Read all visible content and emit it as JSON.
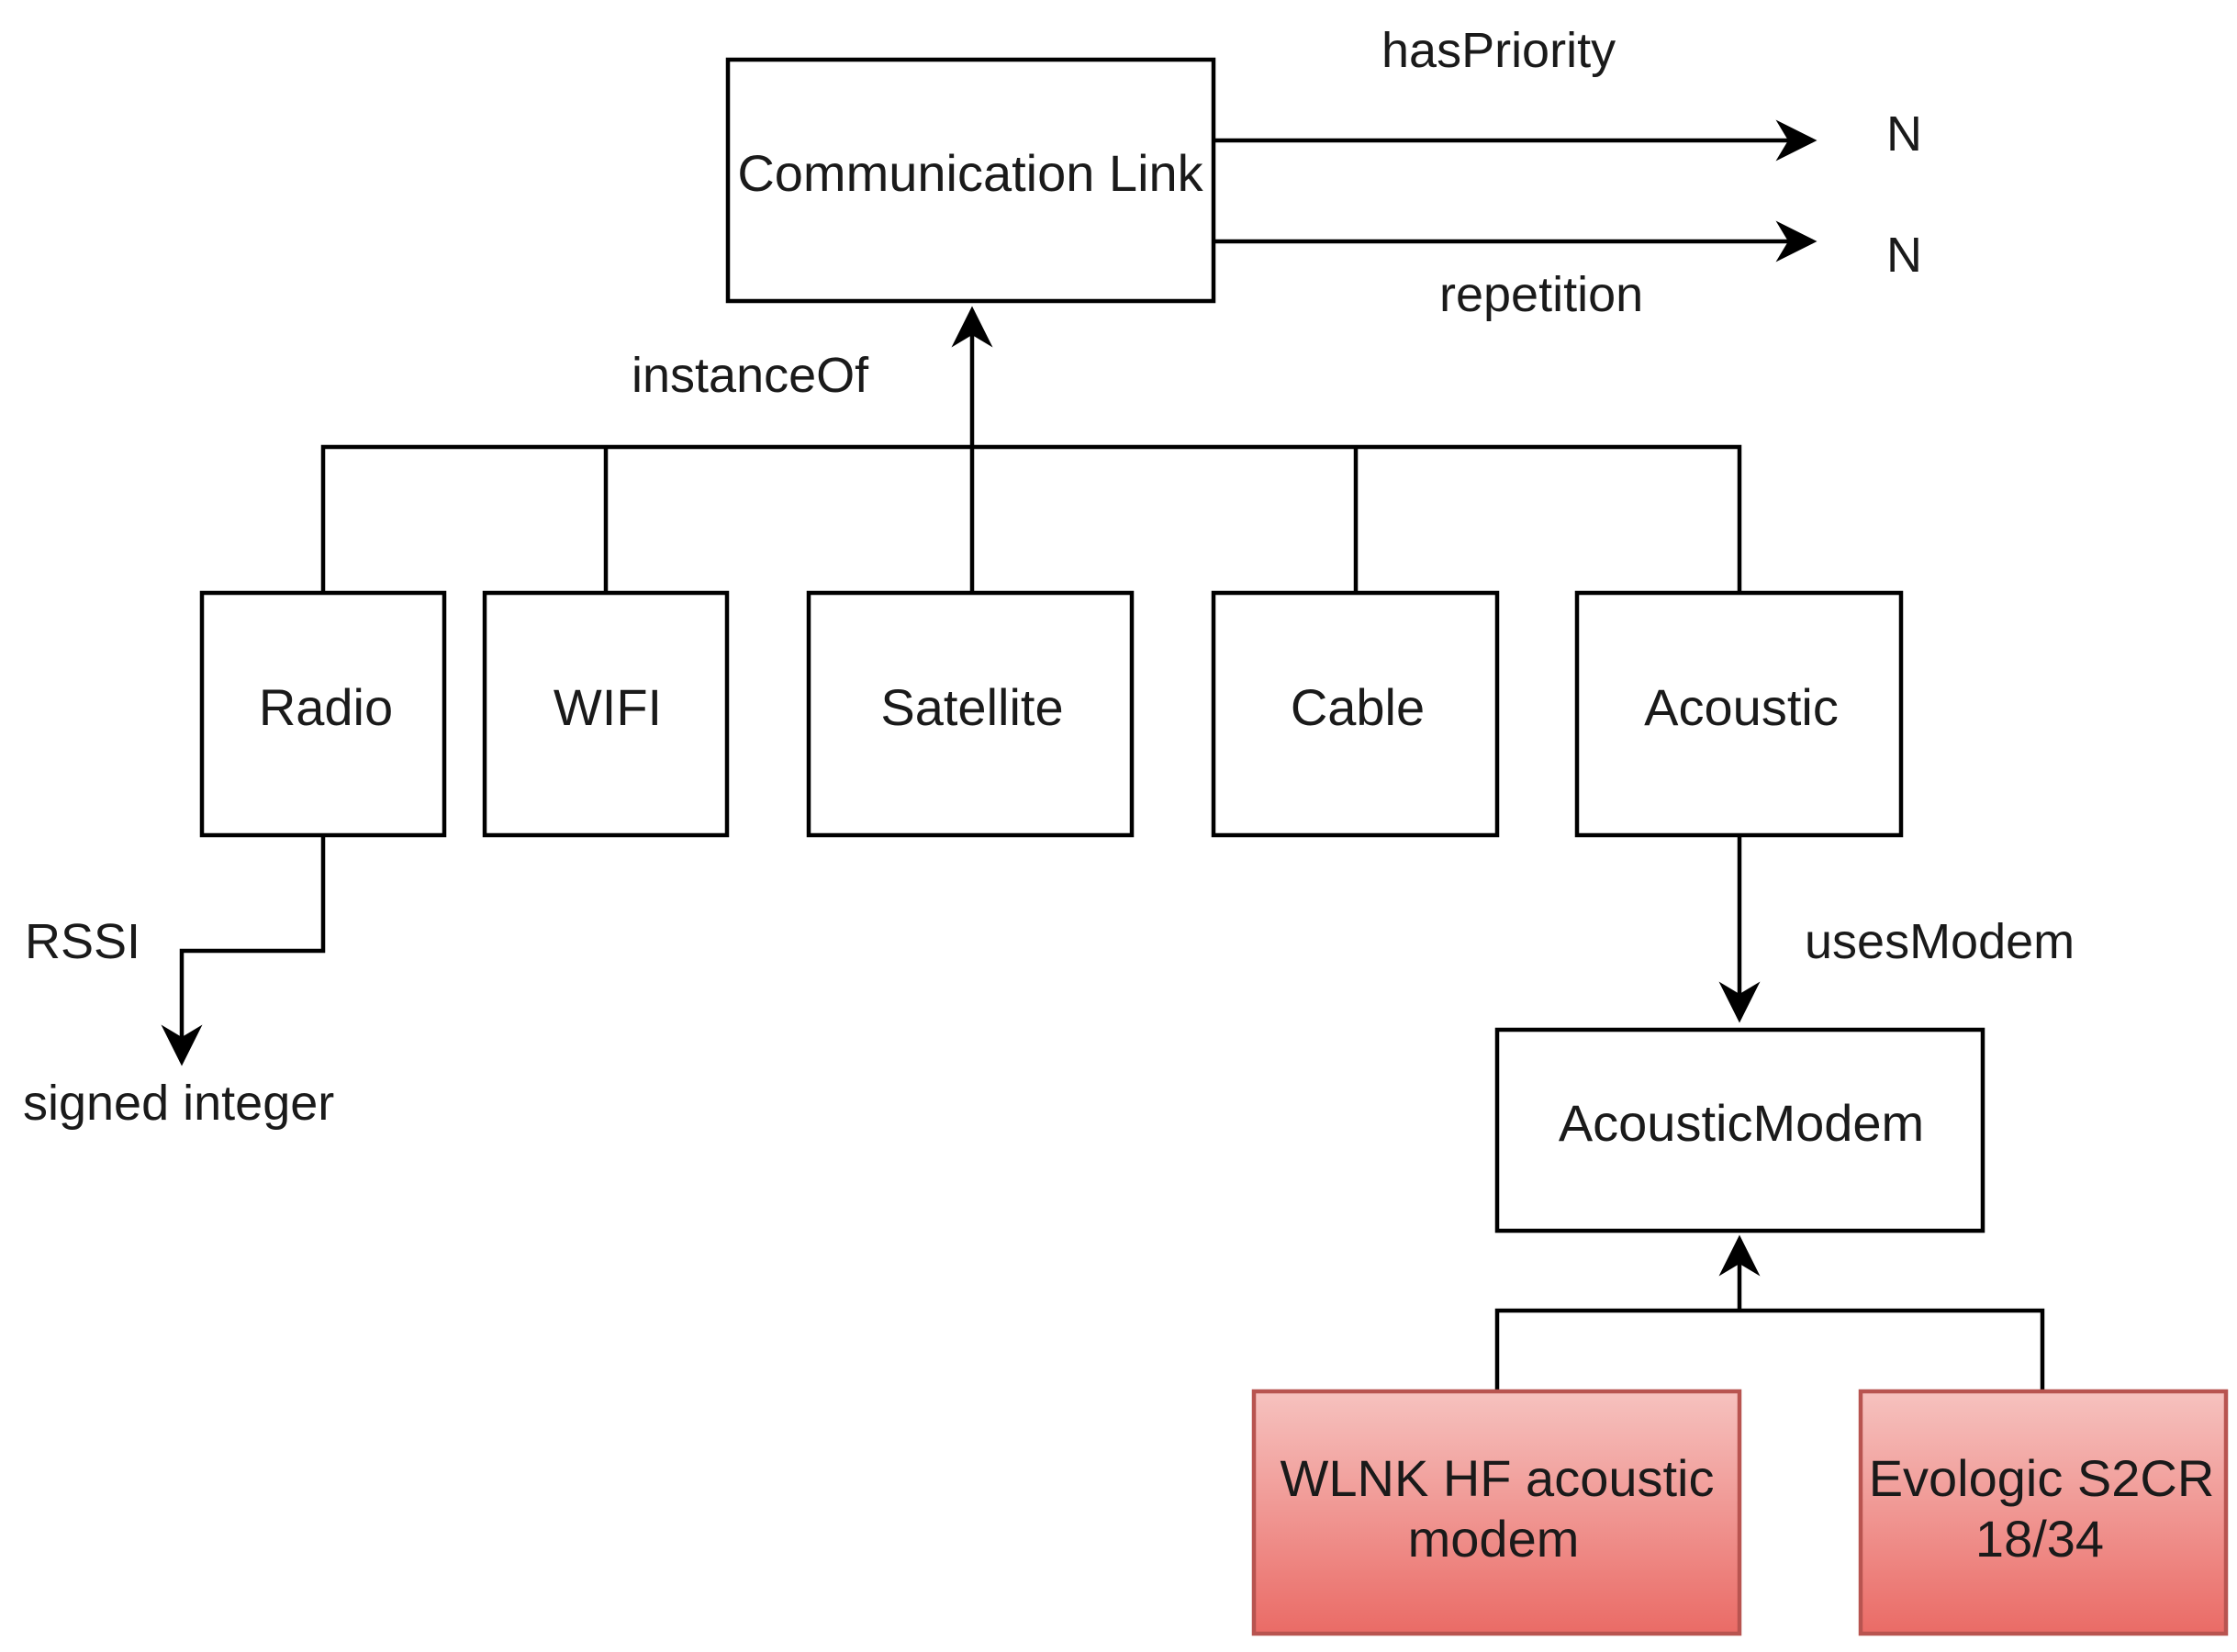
{
  "nodes": {
    "communication_link": "Communication Link",
    "radio": "Radio",
    "wifi": "WIFI",
    "satellite": "Satellite",
    "cable": "Cable",
    "acoustic": "Acoustic",
    "acoustic_modem": "AcousticModem",
    "wlnk": [
      "WLNK HF acoustic",
      "modem"
    ],
    "evologic": [
      "Evologic S2CR",
      "18/34"
    ]
  },
  "edge_labels": {
    "has_priority": "hasPriority",
    "repetition": "repetition",
    "n_top": "N",
    "n_bottom": "N",
    "instance_of": "instanceOf",
    "rssi": "RSSI",
    "signed_integer": "signed integer",
    "uses_modem": "usesModem"
  },
  "colors": {
    "line": "#000000",
    "box_fill": "#ffffff",
    "red_fill_top": "#f8cecc",
    "red_fill_bottom": "#ea6b66",
    "red_stroke": "#b85450"
  }
}
